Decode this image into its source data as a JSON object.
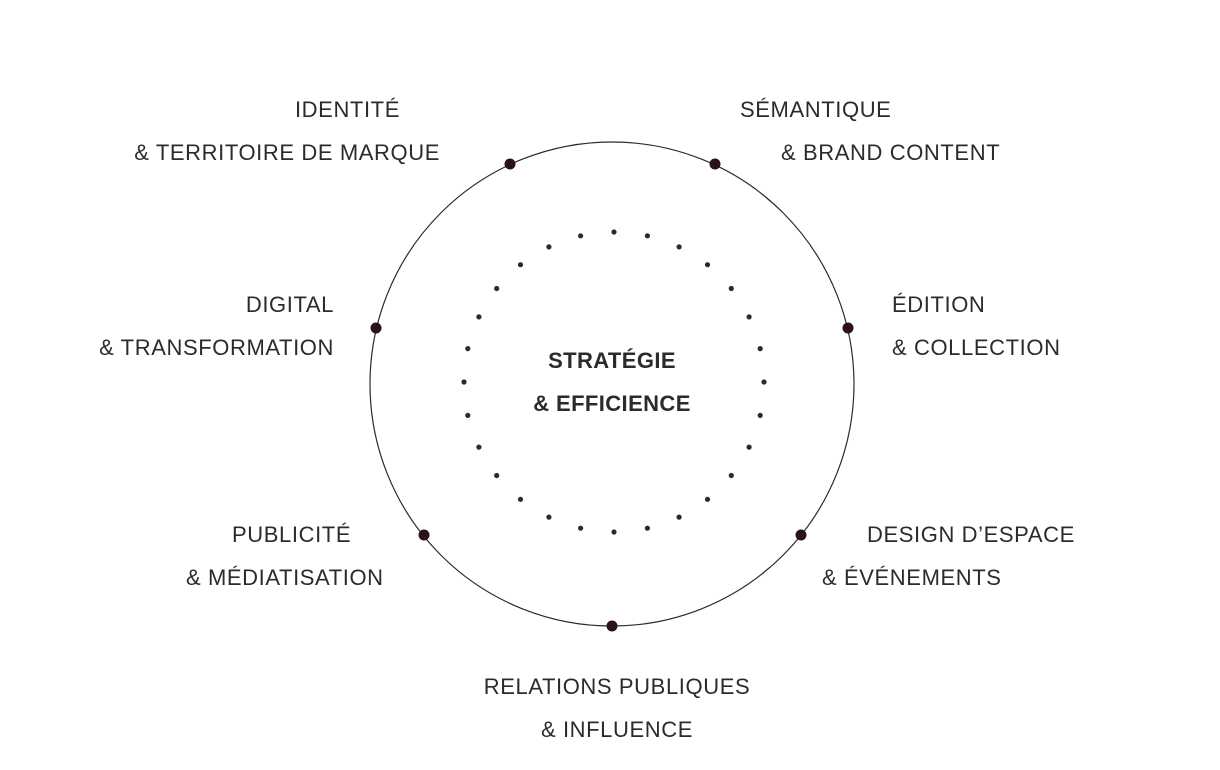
{
  "diagram": {
    "center": {
      "line1": "STRATÉGIE",
      "line2": "& EFFICIENCE"
    },
    "nodes": [
      {
        "line1": "IDENTITÉ",
        "line2": "& TERRITOIRE DE MARQUE"
      },
      {
        "line1": "SÉMANTIQUE",
        "line2": "& BRAND CONTENT"
      },
      {
        "line1": "ÉDITION",
        "line2": "& COLLECTION"
      },
      {
        "line1": "DESIGN D’ESPACE",
        "line2": "& ÉVÉNEMENTS"
      },
      {
        "line1": "RELATIONS PUBLIQUES",
        "line2": "& INFLUENCE"
      },
      {
        "line1": "PUBLICITÉ",
        "line2": "& MÉDIATISATION"
      },
      {
        "line1": "DIGITAL",
        "line2": "& TRANSFORMATION"
      }
    ],
    "colors": {
      "ring": "#2b2b2b",
      "node_dot": "#2a1216",
      "inner_dots": "#2b2b2b",
      "text": "#2b2b2b",
      "background": "#ffffff"
    }
  }
}
